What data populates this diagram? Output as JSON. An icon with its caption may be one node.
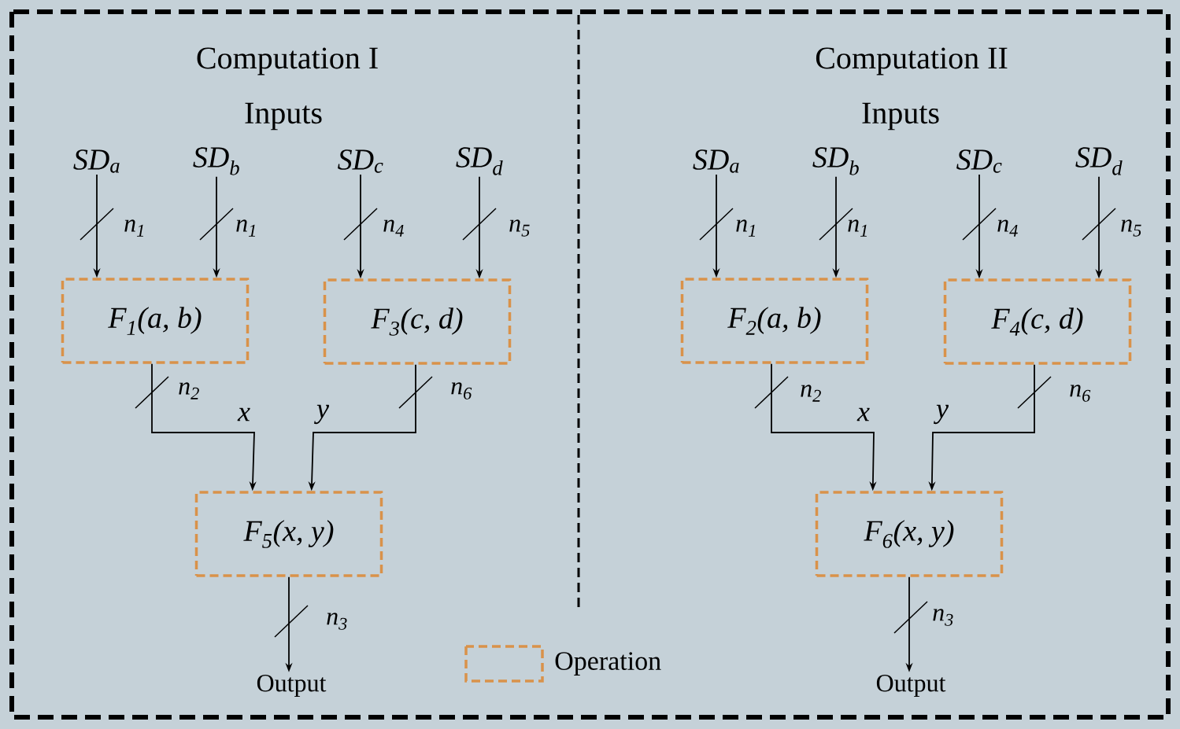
{
  "diagram": {
    "nodes": [
      {
        "text": [
          "SD$_{a}$"
        ]
      },
      {
        "text": [
          "SD$_{b}$"
        ]
      },
      {
        "text": [
          "SD$_{c}$"
        ]
      },
      {
        "text": [
          "SD$_{d}$"
        ]
      },
      {
        "text": [
          "F$_{1}$(a, b)"
        ]
      },
      {
        "text": [
          "F$_{3}$(c, d)"
        ]
      },
      {
        "text": [
          "F$_{5}$(x, y)"
        ]
      },
      {
        "text": [
          "Output"
        ]
      },
      {
        "text": [
          "SD$_{a}$"
        ]
      },
      {
        "text": [
          "SD$_{b}$"
        ]
      },
      {
        "text": [
          "SD$_{c}$"
        ]
      },
      {
        "text": [
          "SD$_{d}$"
        ]
      },
      {
        "text": [
          "F$_{2}$(a, b)"
        ]
      },
      {
        "text": [
          "F$_{4}$(c, d)"
        ]
      },
      {
        "text": [
          "F$_{6}$(x, y)"
        ]
      },
      {
        "text": [
          "Output"
        ]
      }
    ],
    "edges": [
      {
        "from": 0,
        "to": 4,
        "arrow": "to",
        "label": "n$_{1}$"
      },
      {
        "from": 1,
        "to": 4,
        "arrow": "to",
        "label": "n$_{1}$"
      },
      {
        "from": 2,
        "to": 5,
        "arrow": "to",
        "label": "n$_{4}$"
      },
      {
        "from": 3,
        "to": 5,
        "arrow": "to",
        "label": "n$_{5}$"
      },
      {
        "from": 4,
        "to": 6,
        "arrow": "to",
        "label": "n$_{2}$"
      },
      {
        "from": 5,
        "to": 6,
        "arrow": "to",
        "label": "n$_{6}$"
      },
      {
        "from": 6,
        "to": 7,
        "arrow": "to",
        "label": "n$_{3}$"
      },
      {
        "from": 8,
        "to": 12,
        "arrow": "to",
        "label": "n$_{1}$"
      },
      {
        "from": 9,
        "to": 12,
        "arrow": "to",
        "label": "n$_{1}$"
      },
      {
        "from": 10,
        "to": 13,
        "arrow": "to",
        "label": "n$_{4}$"
      },
      {
        "from": 11,
        "to": 13,
        "arrow": "to",
        "label": "n$_{5}$"
      },
      {
        "from": 12,
        "to": 14,
        "arrow": "to",
        "label": "n$_{2}$"
      },
      {
        "from": 13,
        "to": 14,
        "arrow": "to",
        "label": "n$_{6}$"
      },
      {
        "from": 14,
        "to": 15,
        "arrow": "to",
        "label": "n$_{3}$"
      }
    ],
    "labels": [
      "Computation I",
      "Inputs",
      "x",
      "y",
      "Computation II",
      "Inputs",
      "x",
      "y"
    ],
    "legend": [
      {
        "text": "Operation"
      }
    ]
  }
}
